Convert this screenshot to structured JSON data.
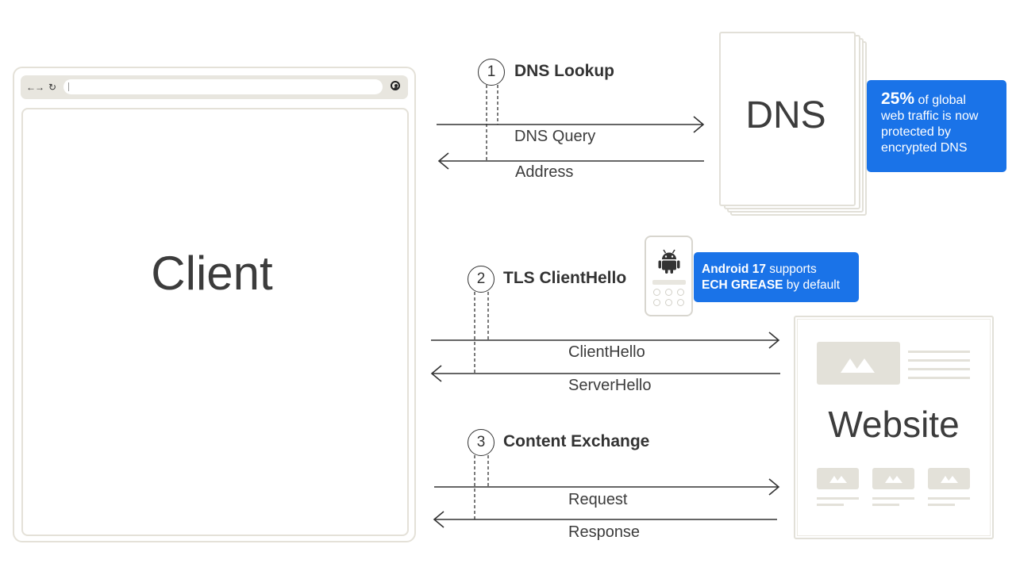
{
  "client": {
    "label": "Client"
  },
  "dns": {
    "label": "DNS",
    "callout": {
      "highlight": "25%",
      "line1": "of global",
      "line2": "web traffic is now",
      "line3": "protected by",
      "line4": "encrypted DNS"
    }
  },
  "android_callout": {
    "line1_bold": "Android 17",
    "line1_rest": " supports",
    "line2_bold": "ECH GREASE",
    "line2_rest": " by default"
  },
  "website": {
    "label": "Website"
  },
  "steps": [
    {
      "number": "1",
      "title": "DNS Lookup",
      "request": "DNS Query",
      "response": "Address"
    },
    {
      "number": "2",
      "title": "TLS ClientHello",
      "request": "ClientHello",
      "response": "ServerHello"
    },
    {
      "number": "3",
      "title": "Content Exchange",
      "request": "Request",
      "response": "Response"
    }
  ],
  "colors": {
    "accent_blue": "#1a73e8",
    "outline": "#e2e0d8",
    "text": "#3c3c3c",
    "android_green": "#3ddc84"
  }
}
